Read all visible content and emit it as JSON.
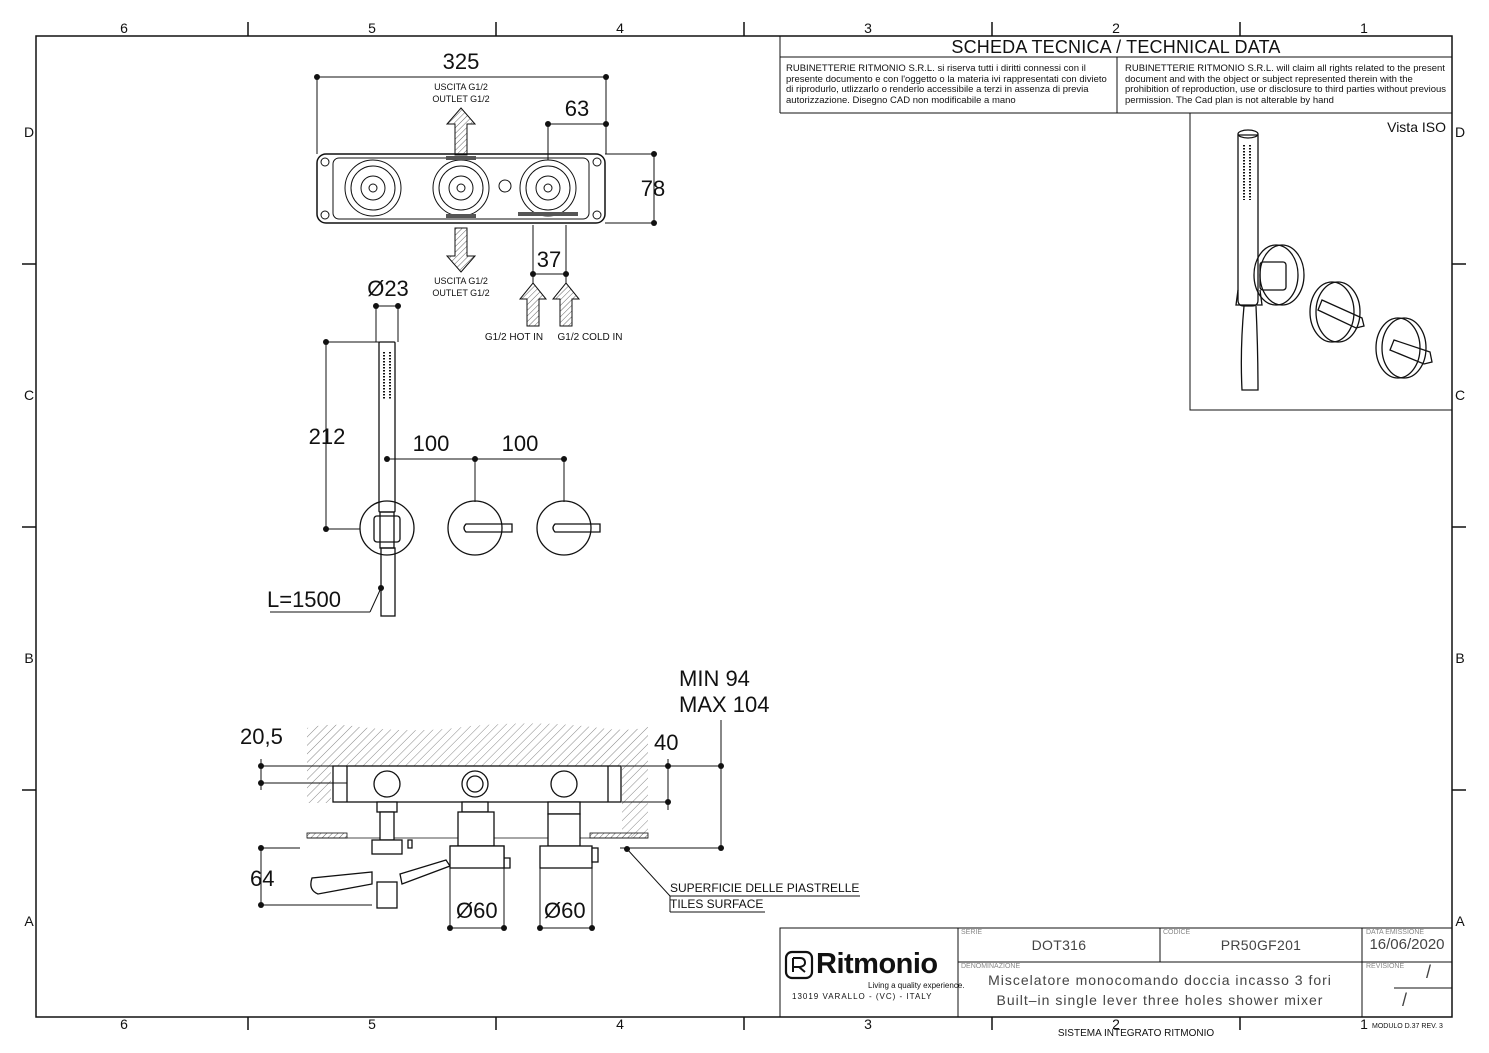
{
  "border": {
    "columns": [
      "6",
      "5",
      "4",
      "3",
      "2",
      "1"
    ],
    "rows": [
      "D",
      "C",
      "B",
      "A"
    ]
  },
  "header": {
    "title": "SCHEDA TECNICA / TECHNICAL DATA",
    "notice_it": "RUBINETTERIE RITMONIO S.R.L. si riserva tutti i diritti connessi con il presente documento e con l'oggetto o la materia ivi rappresentati con divieto di riprodurlo, utlizzarlo o renderlo accessibile a terzi in assenza di previa autorizzazione. Disegno CAD non modificabile a mano",
    "notice_en": "RUBINETTERIE RITMONIO S.R.L. will claim all rights related to the present document and with the object or subject represented therein with the prohibition  of reproduction, use or disclosure to third parties without previous permission.  The Cad plan is not alterable by hand"
  },
  "iso_view": {
    "label": "Vista ISO"
  },
  "top_view": {
    "width": "325",
    "height": "78",
    "spacing_63": "63",
    "spacing_37": "37",
    "outlet_top_1": "USCITA G1/2",
    "outlet_top_2": "OUTLET G1/2",
    "outlet_bottom_1": "USCITA G1/2",
    "outlet_bottom_2": "OUTLET G1/2",
    "hot_in": "G1/2 HOT IN",
    "cold_in": "G1/2 COLD IN"
  },
  "front_view": {
    "diameter": "Ø23",
    "height": "212",
    "spacing_1": "100",
    "spacing_2": "100",
    "hose_length": "L=1500"
  },
  "side_view": {
    "min": "MIN 94",
    "max": "MAX 104",
    "dim_20_5": "20,5",
    "dim_40": "40",
    "dim_64": "64",
    "diam_1": "Ø60",
    "diam_2": "Ø60",
    "tiles_it": "SUPERFICIE DELLE PIASTRELLE",
    "tiles_en": "TILES SURFACE"
  },
  "title_block": {
    "serie_label": "SERIE",
    "serie": "DOT316",
    "codice_label": "CODICE",
    "codice": "PR50GF201",
    "data_label": "DATA EMISSIONE",
    "data": "16/06/2020",
    "denominazione_label": "DENOMINAZIONE",
    "desc_it": "Miscelatore monocomando doccia incasso 3 fori",
    "desc_en": "Built–in single lever three holes shower mixer",
    "revisione_label": "REVISIONE",
    "rev_1": "/",
    "rev_2": "/",
    "brand": "Ritmonio",
    "tagline": "Living a quality experience.",
    "address": "13019 VARALLO - (VC) - ITALY"
  },
  "footer": {
    "system": "SISTEMA INTEGRATO RITMONIO",
    "module": "MODULO D.37 REV. 3"
  }
}
